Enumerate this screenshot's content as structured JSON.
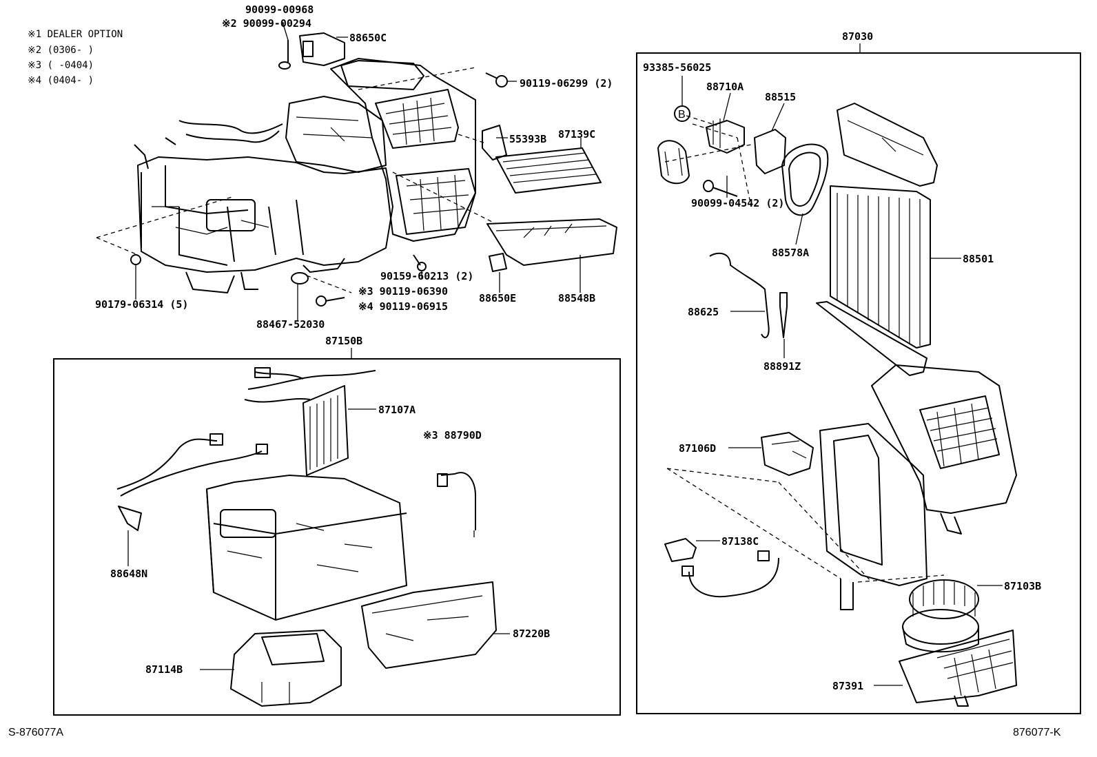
{
  "notes": [
    "※1  DEALER OPTION",
    "※2  (0306-     )",
    "※3  (     -0404)",
    "※4  (0404-     )"
  ],
  "parts": {
    "p90099_00968": "90099-00968",
    "p90099_00294": "※2 90099-00294",
    "p88650C": "88650C",
    "p90119_06299": "90119-06299 (2)",
    "p55393B": "55393B",
    "p87139C": "87139C",
    "p90159_60213": "90159-60213 (2)",
    "p88650E": "88650E",
    "p88548B": "88548B",
    "p90179_06314": "90179-06314 (5)",
    "p90119_06390": "※3 90119-06390",
    "p90119_06915": "※4 90119-06915",
    "p88467_52030": "88467-52030",
    "p87150B": "87150B",
    "p87107A": "87107A",
    "p88790D": "※3 88790D",
    "p88648N": "88648N",
    "p87220B": "87220B",
    "p87114B": "87114B",
    "p87030": "87030",
    "p93385_56025": "93385-56025",
    "p88710A": "88710A",
    "p88515": "88515",
    "p90099_04542": "90099-04542 (2)",
    "p88578A": "88578A",
    "p88501": "88501",
    "p88625": "88625",
    "p88891Z": "88891Z",
    "p87106D": "87106D",
    "p87138C": "87138C",
    "p87103B": "87103B",
    "p87391": "87391"
  },
  "marker_b": "B",
  "codes": {
    "left": "S-876077A",
    "right": "876077-K"
  }
}
